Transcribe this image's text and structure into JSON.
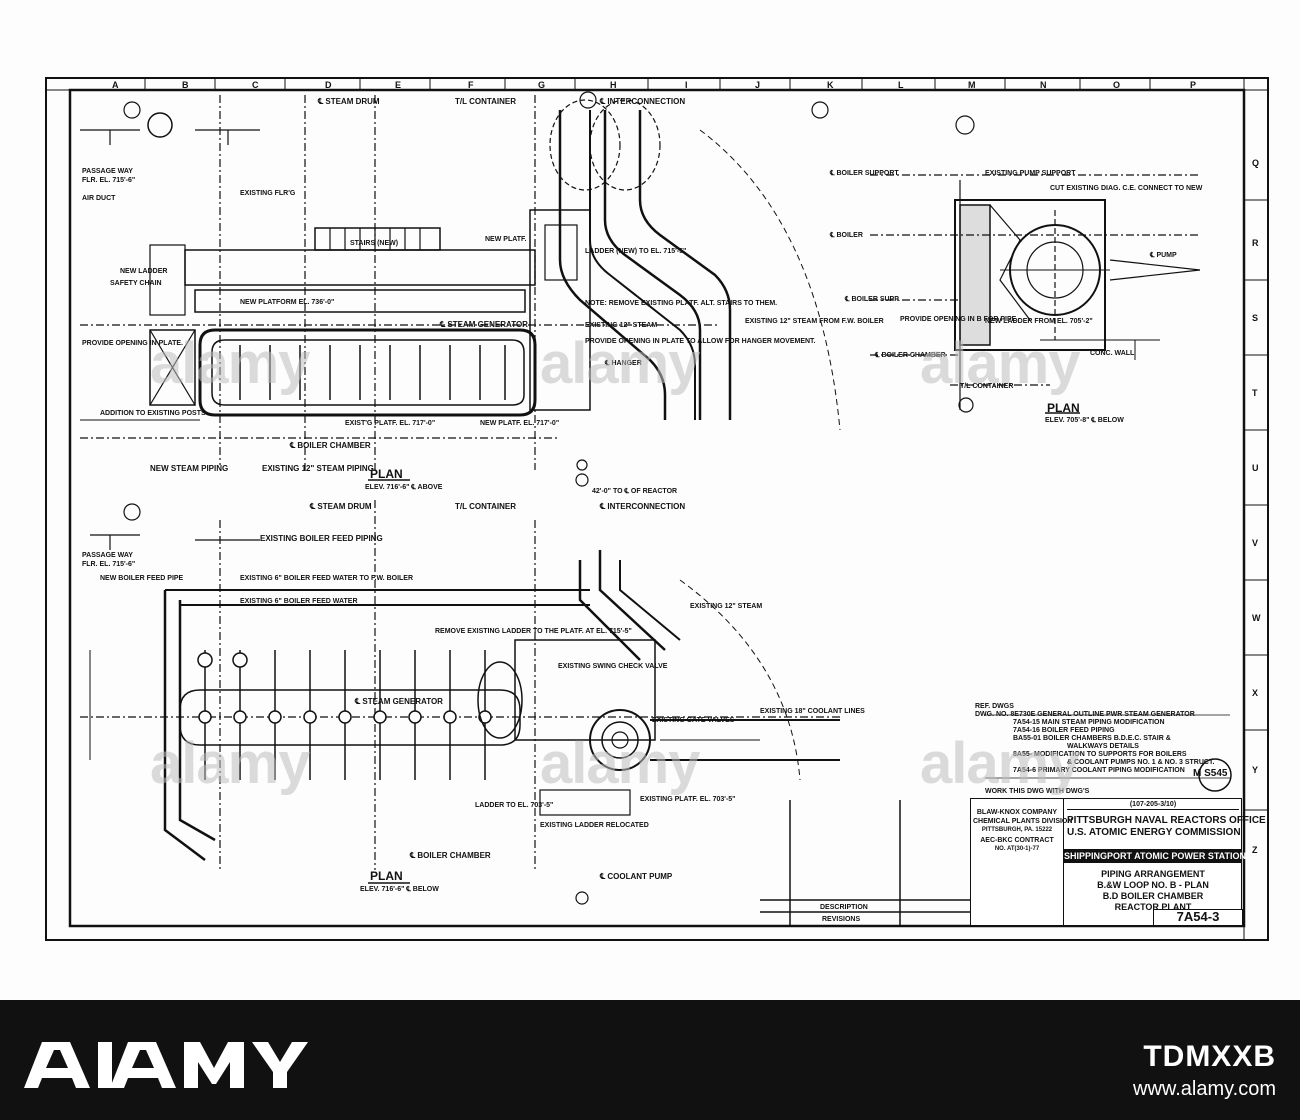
{
  "grid": {
    "columns": [
      "A",
      "B",
      "C",
      "D",
      "E",
      "F",
      "G",
      "H",
      "I",
      "J",
      "K",
      "L",
      "M",
      "N",
      "O",
      "P"
    ],
    "rows": [
      "Q",
      "R",
      "S",
      "T",
      "U",
      "V",
      "W",
      "X",
      "Y",
      "Z"
    ]
  },
  "upper_plan": {
    "title": "PLAN",
    "elevation": "ELEV. 716'-6\" ℄ ABOVE",
    "labels": {
      "steam_drum": "℄ STEAM DRUM",
      "container": "T/L CONTAINER",
      "interconnection": "℄ INTERCONNECTION",
      "passage_way": "PASSAGE WAY",
      "passage_el": "FLR. EL. 715'-6\"",
      "air_duct": "AIR DUCT",
      "existing_flr": "EXISTING FLR'G",
      "new_ladder": "NEW LADDER",
      "safety_chain": "SAFETY CHAIN",
      "new_platform": "NEW PLATFORM EL. 736'-0\"",
      "stairs": "STAIRS (NEW)",
      "new_platf": "NEW PLATF.",
      "ladder_new": "LADDER (NEW) TO EL. 715'-5\"",
      "note": "NOTE: REMOVE EXISTING PLATF. ALT. STAIRS TO THEM.",
      "steam_generator": "℄ STEAM GENERATOR",
      "existing_steam": "EXISTING 12\" STEAM",
      "existing_steam_fw": "EXISTING 12\" STEAM FROM F.W. BOILER",
      "provide_opening": "PROVIDE OPENING IN PLATE.",
      "provide_opening_hanger": "PROVIDE OPENING IN PLATE TO ALLOW FOR HANGER MOVEMENT.",
      "hanger": "℄ HANGER",
      "addition": "ADDITION TO EXISTING POSTS",
      "existing_platf": "EXIST'G PLATF. EL. 717'-0\"",
      "new_platf_el": "NEW PLATF. EL. 717'-0\"",
      "boiler_chamber": "℄ BOILER CHAMBER",
      "new_steam_piping": "NEW STEAM PIPING",
      "existing_steam_piping": "EXISTING 12\" STEAM PIPING"
    }
  },
  "right_plan": {
    "title": "PLAN",
    "elevation": "ELEV. 705'-8\" ℄ BELOW",
    "labels": {
      "boiler_support": "℄ BOILER SUPPORT",
      "existing_pump_support": "EXISTING PUMP SUPPORT",
      "cut_diag": "CUT EXISTING DIAG. C.E. CONNECT TO NEW",
      "boiler": "℄ BOILER",
      "pump": "℄ PUMP",
      "boiler_supp": "℄ BOILER SUPP.",
      "boiler_chamber": "℄ BOILER CHAMBER",
      "container": "T/L CONTAINER",
      "conc_wall": "CONC. WALL",
      "new_ladder": "NEW LADDER FROM EL. 705'-2\"",
      "provide_opening": "PROVIDE OPENING IN B FOR PIPE"
    }
  },
  "lower_plan": {
    "title": "PLAN",
    "elevation": "ELEV. 716'-6\" ℄ BELOW",
    "labels": {
      "steam_drum": "℄ STEAM DRUM",
      "container": "T/L CONTAINER",
      "interconnection": "℄ INTERCONNECTION",
      "reactor_dim": "42'-0\" TO ℄ OF REACTOR",
      "existing_boiler_feed": "EXISTING BOILER FEED PIPING",
      "passage_way": "PASSAGE WAY",
      "passage_el": "FLR. EL. 715'-6\"",
      "new_boiler_feed": "NEW BOILER FEED PIPE",
      "existing_6_feed": "EXISTING 6\" BOILER FEED WATER TO F.W. BOILER",
      "existing_6_feed_b": "EXISTING 6\" BOILER FEED WATER",
      "existing_12_steam": "EXISTING 12\" STEAM",
      "remove_ladder": "REMOVE EXISTING LADDER TO THE PLATF. AT EL. 715'-5\"",
      "swing_check": "EXISTING SWING CHECK VALVE",
      "steam_generator": "℄ STEAM GENERATOR",
      "gate_valves": "EXISTING GATE VALVES",
      "coolant_lines": "EXISTING 18\" COOLANT LINES",
      "ladder_el": "LADDER TO EL. 703'-5\"",
      "existing_platf": "EXISTING PLATF. EL. 703'-5\"",
      "existing_ladder": "EXISTING LADDER RELOCATED",
      "boiler_chamber": "℄ BOILER CHAMBER",
      "coolant_pump": "℄ COOLANT PUMP"
    }
  },
  "ref_dwgs": {
    "heading": "REF. DWGS",
    "lines": [
      "DWG. NO. 8E730E  GENERAL OUTLINE PWR STEAM GENERATOR",
      "7A54-15  MAIN STEAM PIPING MODIFICATION",
      "7A54-16  BOILER FEED PIPING",
      "BA55-01  BOILER CHAMBERS B.D.E.C. STAIR &",
      "WALKWAYS DETAILS",
      "8A55-  MODIFICATION TO SUPPORTS FOR BOILERS",
      "& COOLANT PUMPS NO. 1 & NO. 3 STRUCT.",
      "7A54-6  PRIMARY COOLANT PIPING MODIFICATION"
    ],
    "stamp": "M S545"
  },
  "title_block": {
    "work_note": "WORK THIS DWG WITH DWG'S",
    "company": "BLAW-KNOX COMPANY",
    "division": "CHEMICAL PLANTS DIVISION",
    "city": "PITTSBURGH, PA. 15222",
    "contract": "AEC-BKC CONTRACT",
    "contract_no": "NO. AT(30-1)-77",
    "office": "PITTSBURGH NAVAL REACTORS OFFICE",
    "commission": "U.S. ATOMIC ENERGY COMMISSION",
    "station": "SHIPPINGPORT ATOMIC POWER STATION",
    "drawing_title": "PIPING ARRANGEMENT",
    "drawing_sub1": "B.&W LOOP NO. B - PLAN",
    "drawing_sub2": "B.D BOILER CHAMBER",
    "drawing_sub3": "REACTOR PLANT",
    "drawing_number": "7A54-3",
    "revisions_heading": "REVISIONS",
    "description_heading": "DESCRIPTION",
    "ref_code": "(107-205-3/10)"
  },
  "watermark": {
    "brand": "alamy",
    "image_id": "TDMXXB",
    "url": "www.alamy.com"
  }
}
